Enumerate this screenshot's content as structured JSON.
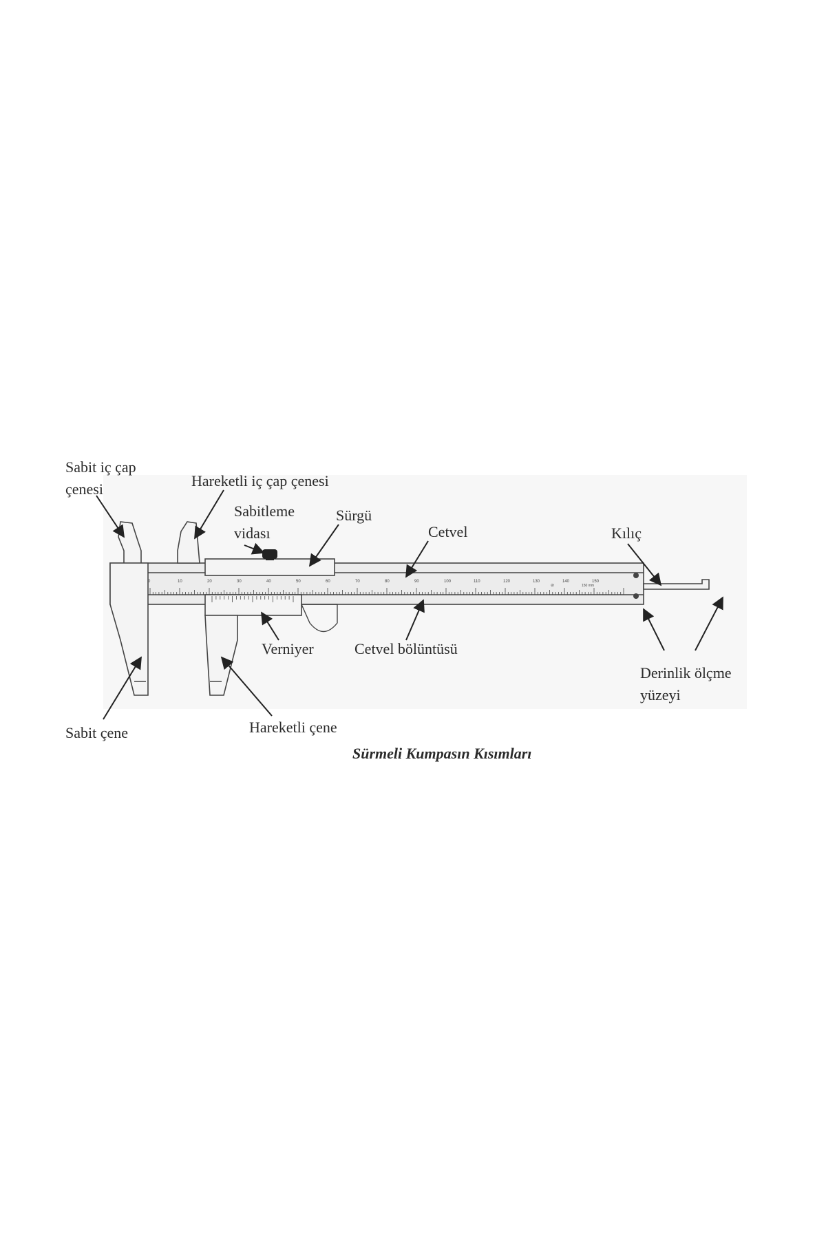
{
  "diagram": {
    "labels": {
      "sabit_ic_cap_cenesi_1": "Sabit iç çap",
      "sabit_ic_cap_cenesi_2": "çenesi",
      "hareketli_ic_cap_cenesi": "Hareketli iç çap çenesi",
      "sabitleme_vidasi_1": "Sabitleme",
      "sabitleme_vidasi_2": "vidası",
      "surgu": "Sürgü",
      "cetvel": "Cetvel",
      "kilic": "Kılıç",
      "verniyer": "Verniyer",
      "cetvel_boluntusu": "Cetvel bölüntüsü",
      "derinlik_olcme_yuzeyi_1": "Derinlik ölçme",
      "derinlik_olcme_yuzeyi_2": "yüzeyi",
      "sabit_cene": "Sabit çene",
      "hareketli_cene": "Hareketli çene"
    },
    "caption": "Sürmeli Kumpasın Kısımları",
    "scale_numbers": [
      "0",
      "10",
      "20",
      "30",
      "40",
      "50",
      "60",
      "70",
      "80",
      "90",
      "100",
      "110",
      "120",
      "130",
      "140",
      "150"
    ],
    "scale_unit": "150 mm"
  }
}
